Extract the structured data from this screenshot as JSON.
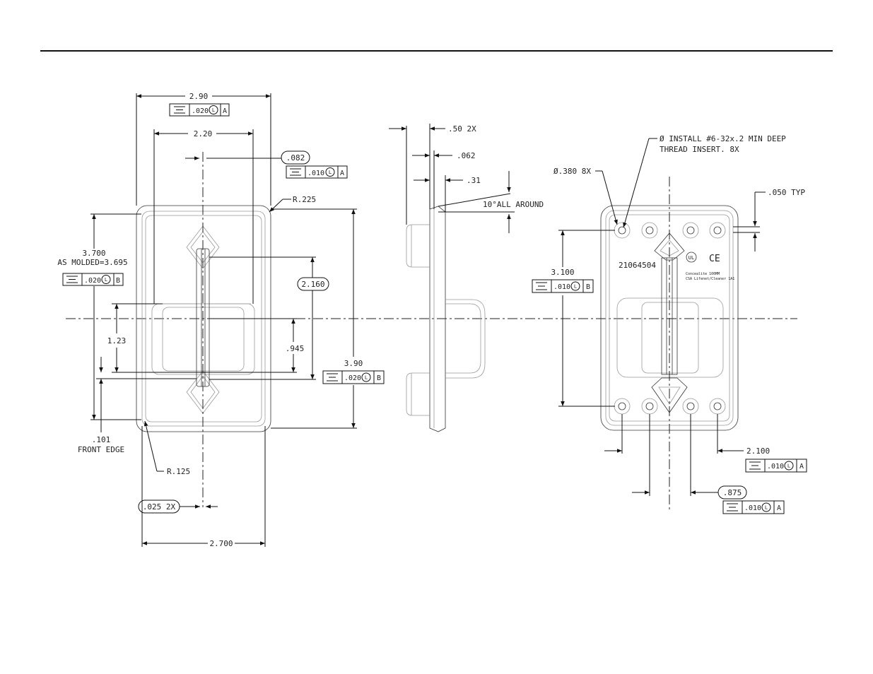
{
  "front_view": {
    "width_overall": "2.90",
    "width_overall_tol": ".020",
    "width_overall_datum": "A",
    "width_inner": "2.20",
    "slot_width": ".082",
    "slot_tol": ".010",
    "slot_datum": "A",
    "corner_radius_top": "R.225",
    "height_molded_line1": "3.700",
    "height_molded_line2": "AS MOLDED=3.695",
    "height_molded_tol": ".020",
    "height_molded_datum": "B",
    "slot_height": "2.160",
    "dim_123": "1.23",
    "dim_945": ".945",
    "height_overall": "3.90",
    "height_overall_tol": ".020",
    "height_overall_datum": "B",
    "front_edge_line1": ".101",
    "front_edge_line2": "FRONT EDGE",
    "corner_radius_bottom": "R.125",
    "slot_thickness": ".025 2X",
    "width_bottom": "2.700",
    "mmc_symbol": "L"
  },
  "side_view": {
    "dim_50": ".50 2X",
    "dim_062": ".062",
    "dim_31": ".31",
    "draft_angle": "10°ALL AROUND"
  },
  "rear_view": {
    "insert_note_line1": "Ø INSTALL #6-32x.2 MIN DEEP",
    "insert_note_line2": "THREAD INSERT. 8X",
    "hole_dia": "Ø.380 8X",
    "wall_typ": ".050 TYP",
    "hole_spacing_v": "3.100",
    "hole_spacing_v_tol": ".010",
    "hole_spacing_v_datum": "B",
    "part_number": "21064504",
    "mark_line1": "Concealite 100MM",
    "mark_line2": "CSA Lifenet/Cleaner 1A1",
    "ul_mark": "UL",
    "ce_mark": "CE",
    "hole_spacing_h_outer": "2.100",
    "hole_spacing_h_outer_tol": ".010",
    "hole_spacing_h_outer_datum": "A",
    "hole_spacing_h_inner": ".875",
    "hole_spacing_h_inner_tol": ".010",
    "hole_spacing_h_inner_datum": "A"
  }
}
